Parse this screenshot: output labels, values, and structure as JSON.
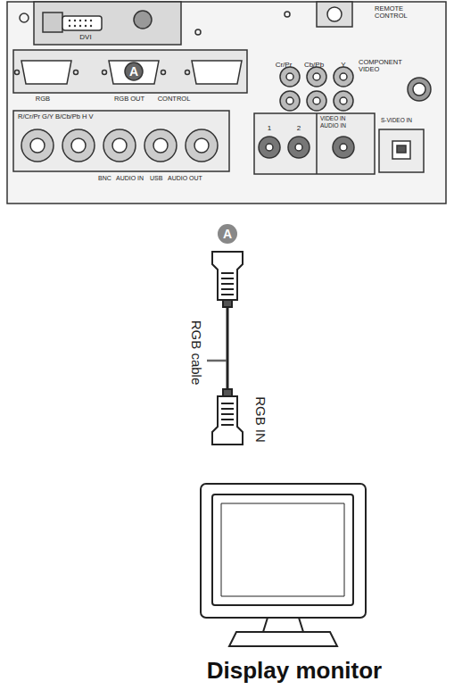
{
  "diagram": {
    "labels": [
      "DVI",
      "REMOTE CONTROL",
      "Cr/Pr",
      "Cb/Pb",
      "Y",
      "COMPONENT VIDEO",
      "A",
      "RGB",
      "RGB OUT",
      "CONTROL",
      "R/Cr/Pr G/Y B/Cb/Pb H V",
      "1",
      "2",
      "VIDEO IN",
      "AUDIO IN",
      "S-VIDEO IN",
      "BNC",
      "AUDIO IN",
      "USB",
      "AUDIO OUT",
      "A",
      "RGB cable",
      "RGB IN",
      "Display monitor"
    ]
  }
}
